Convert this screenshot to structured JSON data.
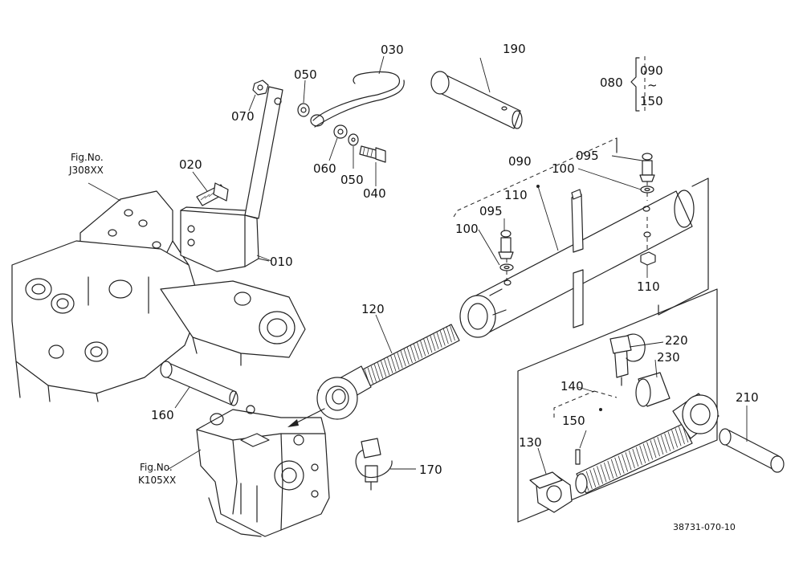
{
  "callouts": [
    {
      "id": "010",
      "text": "010"
    },
    {
      "id": "020",
      "text": "020"
    },
    {
      "id": "030",
      "text": "030"
    },
    {
      "id": "040",
      "text": "040"
    },
    {
      "id": "050a",
      "text": "050"
    },
    {
      "id": "050b",
      "text": "050"
    },
    {
      "id": "060",
      "text": "060"
    },
    {
      "id": "070",
      "text": "070"
    },
    {
      "id": "080",
      "text": "080"
    },
    {
      "id": "090a",
      "text": "090"
    },
    {
      "id": "090b",
      "text": "090"
    },
    {
      "id": "095a",
      "text": "095"
    },
    {
      "id": "095b",
      "text": "095"
    },
    {
      "id": "100a",
      "text": "100"
    },
    {
      "id": "100b",
      "text": "100"
    },
    {
      "id": "110a",
      "text": "110"
    },
    {
      "id": "110b",
      "text": "110"
    },
    {
      "id": "120",
      "text": "120"
    },
    {
      "id": "130",
      "text": "130"
    },
    {
      "id": "140",
      "text": "140"
    },
    {
      "id": "150a",
      "text": "150"
    },
    {
      "id": "150b",
      "text": "150"
    },
    {
      "id": "160",
      "text": "160"
    },
    {
      "id": "170",
      "text": "170"
    },
    {
      "id": "190",
      "text": "190"
    },
    {
      "id": "210",
      "text": "210"
    },
    {
      "id": "220",
      "text": "220"
    },
    {
      "id": "230",
      "text": "230"
    }
  ],
  "range_mark": "~",
  "fig_refs": {
    "upper_label": "Fig.No.",
    "upper_code": "J308XX",
    "lower_label": "Fig.No.",
    "lower_code": "K105XX"
  },
  "drawing_code": "38731-070-10"
}
